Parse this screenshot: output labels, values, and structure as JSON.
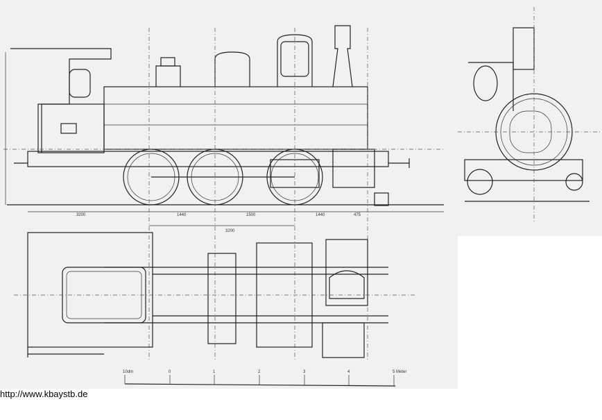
{
  "source_url": "http://www.kbaystb.de",
  "side_view": {
    "dimensions": [
      "3200",
      "1440",
      "1500",
      "1440",
      "475"
    ],
    "wheelbase_total": "3200"
  },
  "scale_bar": {
    "labels": [
      "10dm",
      "0",
      "1",
      "2",
      "3",
      "4",
      "5 Meter"
    ]
  }
}
